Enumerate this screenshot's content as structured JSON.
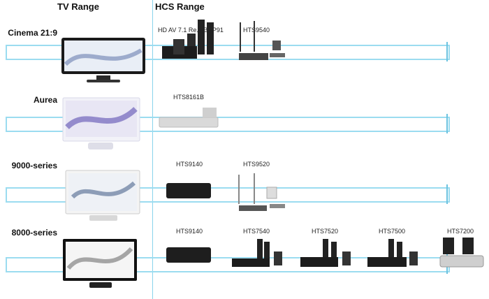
{
  "headers": {
    "tv_range": "TV Range",
    "hcs_range": "HCS Range"
  },
  "rows": [
    {
      "label": "Cinema 21:9",
      "products": [
        "HD AV 7.1 Re... BDP91",
        "HTS9540"
      ]
    },
    {
      "label": "Aurea",
      "products": [
        "HTS8161B"
      ]
    },
    {
      "label": "9000-series",
      "products": [
        "HTS9140",
        "HTS9520"
      ]
    },
    {
      "label": "8000-series",
      "products": [
        "HTS9140",
        "HTS7540",
        "HTS7520",
        "HTS7500",
        "HTS7200"
      ]
    }
  ],
  "colors": {
    "band": "#9bdcf0",
    "divider": "#88d4ec"
  }
}
